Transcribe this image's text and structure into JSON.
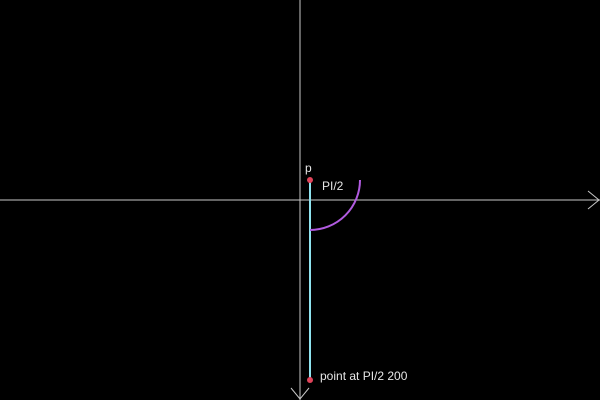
{
  "colors": {
    "background": "#000000",
    "axis": "#c8c8c8",
    "vector": "#8fe3ef",
    "angle_arc": "#b15be0",
    "point": "#e0445a",
    "label": "#e6e6e6"
  },
  "labels": {
    "origin_point": "p",
    "angle": "PI/2",
    "target_point": "point at PI/2 200"
  }
}
